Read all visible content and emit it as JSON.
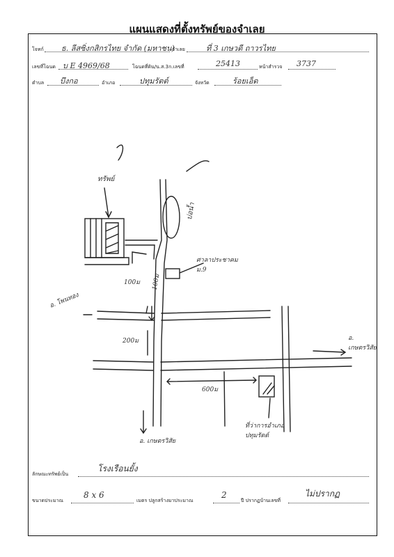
{
  "title": "แผนแสดงที่ตั้งทรัพย์ของจำเลย",
  "header": {
    "plaintiff_label": "โจทก์",
    "plaintiff_value": "ธ. ลีสซิ่งกสิกรไทย จำกัด (มหาชน)",
    "defendant_label": "จำเลย",
    "defendant_value": "ที่ 3 เกษวดี ถาวรไทย",
    "deed_label": "เลขที่โฉนด",
    "deed_value": "บ E 4969/68",
    "land_label": "โฉนดที่ดิน/น.ส.3ก.เลขที่",
    "land_value": "25413",
    "survey_label": "หน้าสำรวจ",
    "survey_value": "3737",
    "subdistrict_label": "ตำบล",
    "subdistrict_value": "บึงกอ",
    "district_label": "อำเภอ",
    "district_value": "ปทุมรัตต์",
    "province_label": "จังหวัด",
    "province_value": "ร้อยเอ็ด"
  },
  "map": {
    "house_label": "ทรัพย์",
    "pond_label": "บ่อน้ำ",
    "pole_label": "ศาลาประชาคม ม.9",
    "road_left_label": "อ. โพนทอง",
    "road_right_label": "อ. เกษตรวิสัย",
    "road_bottom_label": "อ. เกษตรวิสัย",
    "office_label": "ที่ว่าการอำเภอปทุมรัตต์",
    "dist_1": "100ม",
    "dist_2": "200ม",
    "dist_3": "600ม",
    "road_top_dist": "100ม"
  },
  "footer": {
    "property_label": "ลักษณะทรัพย์เป็น",
    "property_value": "โรงเรือนยั้ง",
    "size_label": "ขนาดประมาณ",
    "size_value": "8 x 6",
    "meter_label": "เมตร ปลูกสร้างมาประมาณ",
    "years_value": "2",
    "years_label": "ปี ปรากฏบ้านเลขที่",
    "house_no_value": "ไม่ปรากฏ"
  }
}
